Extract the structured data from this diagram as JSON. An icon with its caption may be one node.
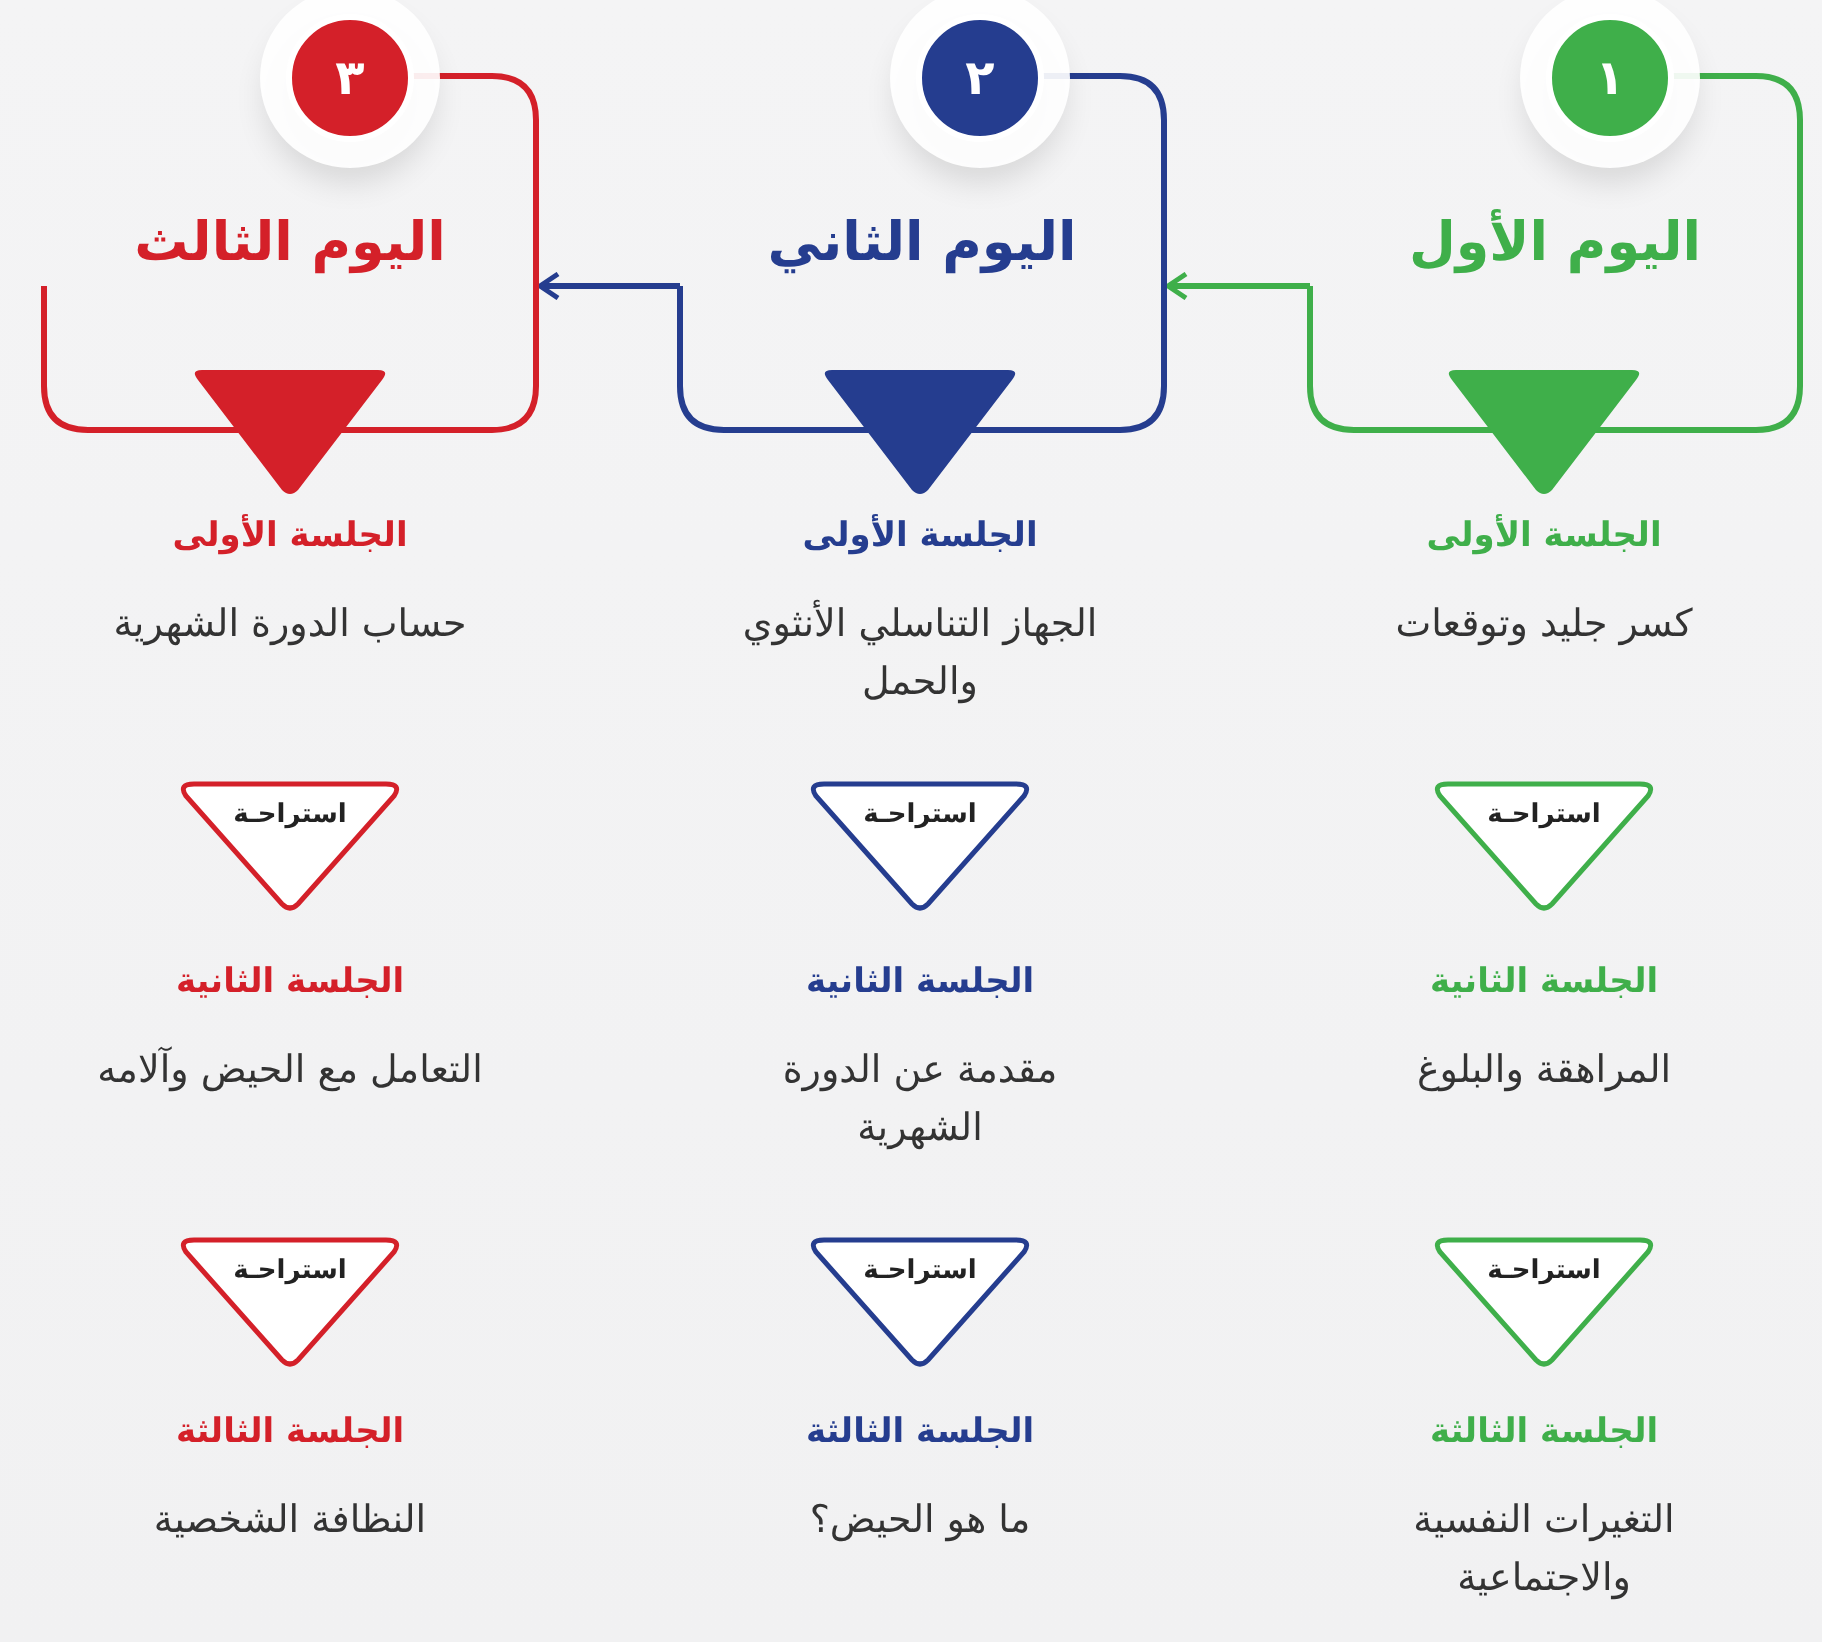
{
  "diagram": {
    "nodes": [
      {
        "text": [
          "اليوم الأول"
        ]
      },
      {
        "text": [
          "١"
        ]
      },
      {
        "text": [
          "اليوم الثاني"
        ]
      },
      {
        "text": [
          "٢"
        ]
      },
      {
        "text": [
          "اليوم الثالث"
        ]
      },
      {
        "text": [
          "٣"
        ]
      },
      {
        "text": [
          "استراحـة"
        ]
      },
      {
        "text": [
          "استراحـة"
        ]
      },
      {
        "text": [
          "استراحـة"
        ]
      },
      {
        "text": [
          "استراحـة"
        ]
      },
      {
        "text": [
          "استراحـة"
        ]
      },
      {
        "text": [
          "استراحـة"
        ]
      }
    ],
    "edges": [
      {
        "from": 0,
        "to": 2,
        "arrow": "to",
        "color": "#3faf4a"
      },
      {
        "from": 2,
        "to": 4,
        "arrow": "to",
        "color": "#253d8f"
      }
    ],
    "labels": [
      "الجلسة الأولى",
      "الجلسة الأولى",
      "الجلسة الأولى",
      "كسر جليد وتوقعات",
      "الجهاز التناسلي الأنثوي والحمل",
      "حساب الدورة الشهرية",
      "الجلسة الثانية",
      "الجلسة الثانية",
      "الجلسة الثانية",
      "المراهقة والبلوغ",
      "مقدمة عن الدورة الشهرية",
      "التعامل مع الحيض وآلامه",
      "الجلسة الثالثة",
      "الجلسة الثالثة",
      "الجلسة الثالثة",
      "التغيرات النفسية والاجتماعية",
      "ما هو الحيض؟",
      "النظافة الشخصية"
    ]
  }
}
